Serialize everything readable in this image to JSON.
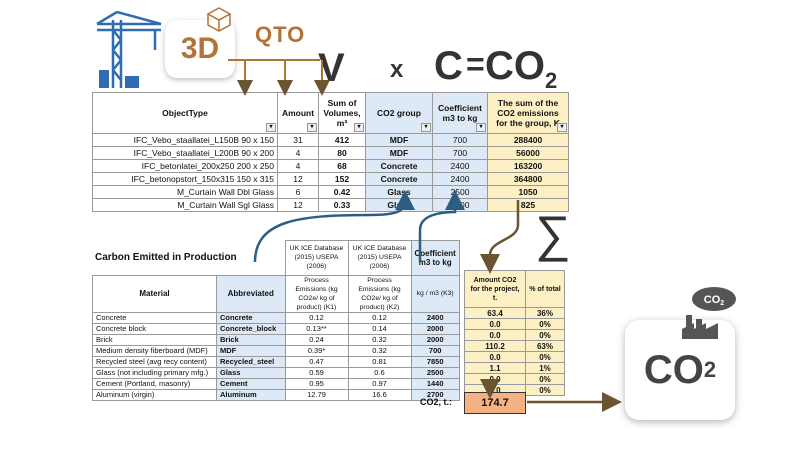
{
  "header": {
    "badge_3d": "3D",
    "qto": "QTO",
    "formula_v": "V",
    "formula_x": "x",
    "formula_c": "C",
    "formula_eq": "=",
    "formula_co2_main": "CO",
    "formula_co2_sub": "2"
  },
  "main_table": {
    "headers": [
      "ObjectType",
      "Amount",
      "Sum of Volumes, m³",
      "CO2 group",
      "Coefficient m3 to kg",
      "The sum of the CO2 emissions for the group, K"
    ],
    "rows": [
      [
        "IFC_Vebo_staallatei_L150B 90 x 150",
        "31",
        "412",
        "MDF",
        "700",
        "288400"
      ],
      [
        "IFC_Vebo_staallatei_L200B 90 x 200",
        "4",
        "80",
        "MDF",
        "700",
        "56000"
      ],
      [
        "IFC_betonlatei_200x250 200 x 250",
        "4",
        "68",
        "Concrete",
        "2400",
        "163200"
      ],
      [
        "IFC_betonopstort_150x315 150 x 315",
        "12",
        "152",
        "Concrete",
        "2400",
        "364800"
      ],
      [
        "M_Curtain Wall Dbl Glass",
        "6",
        "0.42",
        "Glass",
        "2500",
        "1050"
      ],
      [
        "M_Curtain Wall Sgl Glass",
        "12",
        "0.33",
        "Glass",
        "2500",
        "825"
      ]
    ]
  },
  "carbon_table": {
    "title": "Carbon Emitted in Production",
    "top_headers": [
      "UK ICE Database (2015) USEPA (2006)",
      "UK ICE Database (2015) USEPA (2006)",
      "Coefficient m3 to kg"
    ],
    "headers": [
      "Material",
      "Abbreviated",
      "Process Emissions (kg CO2e/ kg of product) (K1)",
      "Process Emissions (kg CO2e/ kg of product) (K2)",
      "kg / m3 (K3)"
    ],
    "rows": [
      [
        "Concrete",
        "Concrete",
        "0.12",
        "0.12",
        "2400"
      ],
      [
        "Concrete block",
        "Concrete_block",
        "0.13**",
        "0.14",
        "2000"
      ],
      [
        "Brick",
        "Brick",
        "0.24",
        "0.32",
        "2000"
      ],
      [
        "Medium density fiberboard (MDF)",
        "MDF",
        "0.39*",
        "0.32",
        "700"
      ],
      [
        "Recycled steel (avg recy content)",
        "Recycled_steel",
        "0.47",
        "0.81",
        "7850"
      ],
      [
        "Glass (not including primary mfg.)",
        "Glass",
        "0.59",
        "0.6",
        "2500"
      ],
      [
        "Cement (Portland, masonry)",
        "Cement",
        "0.95",
        "0.97",
        "1440"
      ],
      [
        "Aluminum (virgin)",
        "Aluminum",
        "12.79",
        "16.6",
        "2700"
      ]
    ]
  },
  "result_table": {
    "headers": [
      "Amount CO2 for the project, t.",
      "% of total"
    ],
    "rows": [
      [
        "63.4",
        "36%"
      ],
      [
        "0.0",
        "0%"
      ],
      [
        "0.0",
        "0%"
      ],
      [
        "110.2",
        "63%"
      ],
      [
        "0.0",
        "0%"
      ],
      [
        "1.1",
        "1%"
      ],
      [
        "0.0",
        "0%"
      ],
      [
        "0.0",
        "0%"
      ]
    ]
  },
  "sigma": "∑",
  "total": {
    "label": "CO2, t.:",
    "value": "174.7"
  },
  "co2_card": {
    "main": "CO",
    "sub": "2"
  },
  "factory_cloud": {
    "main": "CO",
    "sub": "2"
  },
  "colors": {
    "accent": "#b27334",
    "blue": "#dde9f6",
    "yellow": "#fdf0c4",
    "total": "#f4b183",
    "crane": "#2f6db3",
    "arrow": "#6b5530"
  }
}
